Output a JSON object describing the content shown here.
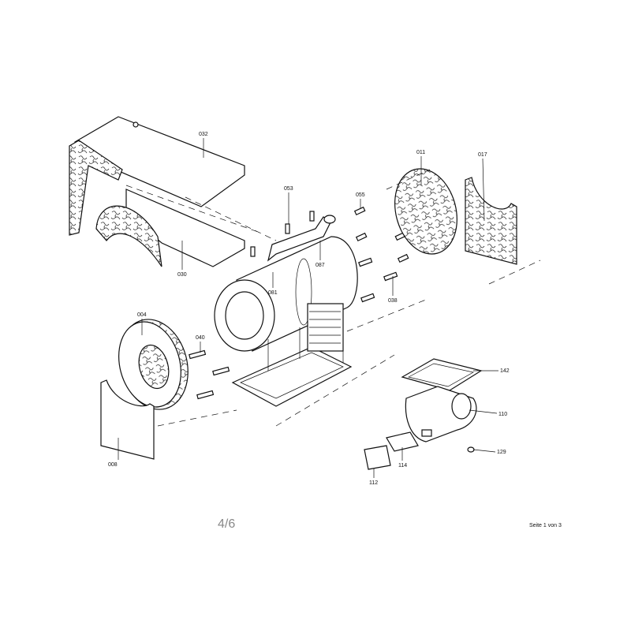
{
  "diagram": {
    "part_labels": {
      "p032": "032",
      "p053": "053",
      "p055": "055",
      "p011": "011",
      "p017": "017",
      "p030": "030",
      "p087": "087",
      "p081": "081",
      "p038": "038",
      "p004": "004",
      "p040": "040",
      "p142": "142",
      "p110": "110",
      "p129": "129",
      "p114": "114",
      "p112": "112",
      "p008": "008"
    }
  },
  "footer": {
    "page_number": "4/6",
    "page_of": "Seite 1 von 3"
  }
}
